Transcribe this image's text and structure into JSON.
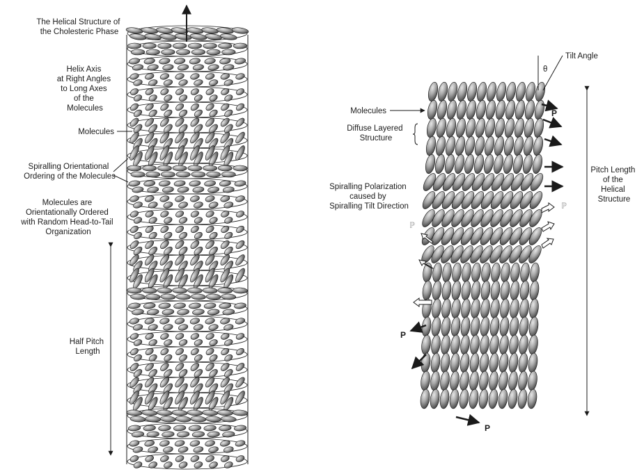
{
  "left_panel": {
    "title_lines": [
      "The Helical Structure of",
      "the Cholesteric Phase"
    ],
    "helix_axis_lines": [
      "Helix Axis",
      "at Right Angles",
      "to Long Axes",
      "of the",
      "Molecules"
    ],
    "molecules_label": "Molecules",
    "spiral_ordering_lines": [
      "Spiralling Orientational",
      "Ordering of the Molecules"
    ],
    "random_order_lines": [
      "Molecules are",
      "Orientationally Ordered",
      "with Random Head-to-Tail",
      "Organization"
    ],
    "half_pitch_lines": [
      "Half Pitch",
      "Length"
    ]
  },
  "right_panel": {
    "tilt_angle_label": "Tilt Angle",
    "theta_symbol": "θ",
    "molecules_label": "Molecules",
    "diffuse_lines": [
      "Diffuse Layered",
      "Structure"
    ],
    "polarization_lines": [
      "Spiralling Polarization",
      "caused by",
      "Spiralling Tilt Direction"
    ],
    "pitch_length_lines": [
      "Pitch Length",
      "of the",
      "Helical",
      "Structure"
    ],
    "p_label": "P",
    "p_outline_label": "ℙ"
  },
  "colors": {
    "ink": "#1a1a1a",
    "molecule_fill": "#8c8c8c",
    "molecule_highlight": "#e6e6e6",
    "background": "#ffffff"
  }
}
